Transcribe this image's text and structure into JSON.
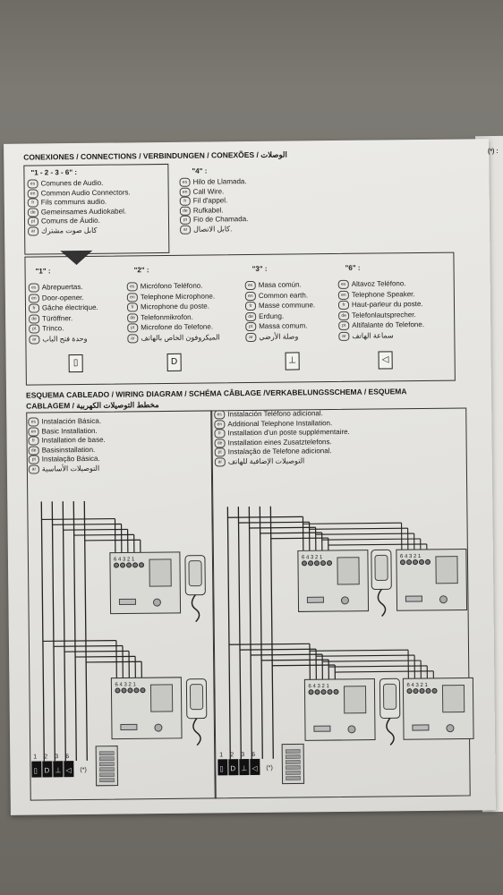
{
  "title": "CONEXIONES / CONNECTIONS / VERBINDUNGEN / CONEXÕES / الوصلات",
  "group_common": {
    "header": "\"1 - 2 - 3 - 6\" :",
    "lines": [
      "Comunes de Audio.",
      "Common Audio Connectors.",
      "Fils communs audio.",
      "Gemeinsames Audiokabel.",
      "Comuns de Áudio.",
      "كابل صوت مشترك"
    ]
  },
  "group_4": {
    "header": "\"4\" :",
    "lines": [
      "Hilo de Llamada.",
      "Call Wire.",
      "Fil d'appel.",
      "Rufkabel.",
      "Fio de Chamada.",
      "كابل الاتصال."
    ]
  },
  "terminals": [
    {
      "header": "\"1\" :",
      "symbol": "▯",
      "lines": [
        "Abrepuertas.",
        "Door-opener.",
        "Gâche électrique.",
        "Türöffner.",
        "Trinco.",
        "وحدة فتح الباب"
      ]
    },
    {
      "header": "\"2\" :",
      "symbol": "D",
      "lines": [
        "Micrófono Teléfono.",
        "Telephone Microphone.",
        "Microphone du poste.",
        "Telefonmikrofon.",
        "Microfone do Telefone.",
        "الميكروفون الخاص بالهاتف"
      ]
    },
    {
      "header": "\"3\" :",
      "symbol": "⊥",
      "lines": [
        "Masa común.",
        "Common earth.",
        "Masse commune.",
        "Erdung.",
        "Massa comum.",
        "وصلة الأرضي"
      ]
    },
    {
      "header": "\"6\" :",
      "symbol": "◁",
      "lines": [
        "Altavoz Teléfono.",
        "Telephone Speaker.",
        "Haut-parleur du poste.",
        "Telefonlautsprecher.",
        "Altifalante do Telefone.",
        "سماعة الهاتف"
      ]
    }
  ],
  "wiring_title": "ESQUEMA CABLEADO / WIRING DIAGRAM / SCHÉMA CÂBLAGE /VERKABELUNGSSCHEMA / ESQUEMA",
  "wiring_title2": "CABLAGEM / مخطط التوصيلات الكهربية",
  "basic": {
    "lines": [
      "Instalación Básica.",
      "Basic Installation.",
      "Installation de base.",
      "Basisinstallation.",
      "Instalação Básica.",
      "التوصيلات الأساسية"
    ]
  },
  "additional": {
    "lines": [
      "Instalación Teléfono adicional.",
      "Additional Telephone Installation.",
      "Installation d'un poste supplémentaire.",
      "Installation eines Zusatztelefons.",
      "Instalação de Telefone adicional.",
      "التوصيلات الإضافية للهاتف"
    ]
  },
  "lang_codes": [
    "es",
    "en",
    "fr",
    "de",
    "pt",
    "ar"
  ],
  "terminal_strip": "6 4 3 2 1",
  "wire_numbers": [
    "1",
    "2",
    "3",
    "6"
  ],
  "note": "(*)",
  "side_strip": "(*) :"
}
